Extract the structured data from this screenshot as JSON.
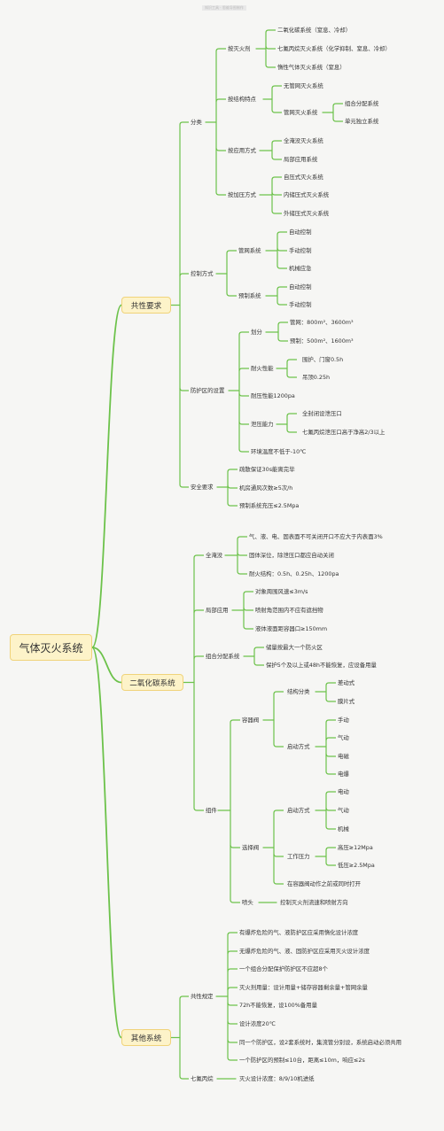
{
  "watermark": "知识工具 · 思维导图制作",
  "root": "气体灭火系统",
  "cats": {
    "general": "共性要求",
    "co2": "二氧化碳系统",
    "other": "其他系统"
  },
  "general": {
    "classify": {
      "label": "分类",
      "by_agent": {
        "label": "按灭火剂",
        "items": [
          "二氧化碳系统（窒息、冷却）",
          "七氟丙烷灭火系统（化学抑制、窒息、冷却）",
          "惰性气体灭火系统（窒息）"
        ]
      },
      "by_structure": {
        "label": "按结构特点",
        "no_pipe": "无管网灭火系统",
        "pipe": "管网灭火系统",
        "pipe_items": [
          "组合分配系统",
          "单元独立系统"
        ]
      },
      "by_application": {
        "label": "按应用方式",
        "items": [
          "全淹没灭火系统",
          "局部应用系统"
        ]
      },
      "by_pressure": {
        "label": "按加压方式",
        "items": [
          "自压式灭火系统",
          "内储压式灭火系统",
          "外储压式灭火系统"
        ]
      }
    },
    "control": {
      "label": "控制方式",
      "pipe": {
        "label": "管网系统",
        "items": [
          "自动控制",
          "手动控制",
          "机械应急"
        ]
      },
      "prefab": {
        "label": "预制系统",
        "items": [
          "自动控制",
          "手动控制"
        ]
      }
    },
    "zone": {
      "label": "防护区的设置",
      "divide": {
        "label": "划分",
        "items": [
          "管网：800m²、3600m³",
          "预制：500m²、1600m³"
        ]
      },
      "fire_res": {
        "label": "耐火性能",
        "items": [
          "围护、门窗0.5h",
          "吊顶0.25h"
        ]
      },
      "pressure_res": "耐压性能1200pa",
      "relief": {
        "label": "泄压能力",
        "items": [
          "全封闭设泄压口",
          "七氟丙烷泄压口高于净高2/3以上"
        ]
      },
      "ambient": "环境温度不低于-10℃"
    },
    "safety": {
      "label": "安全要求",
      "items": [
        "疏散保证30s能离完毕",
        "机房通风次数≥5次/h",
        "预制系统充压≤2.5Mpa"
      ]
    }
  },
  "co2": {
    "total": {
      "label": "全淹没",
      "items": [
        "气、液、电、固表面不可关闭开口不应大于内表面3%",
        "固体深位，除泄压口都应自动关闭",
        "耐火结构：0.5h、0.25h、1200pa"
      ]
    },
    "local": {
      "label": "局部应用",
      "items": [
        "对象周围风速≤3m/s",
        "喷射角范围内不应有遮挡物",
        "液体液面距容器口≥150mm"
      ]
    },
    "combo": {
      "label": "组合分配系统",
      "items": [
        "储量按最大一个防火区",
        "保护5个及以上或48h不能恢复，应设备用量"
      ]
    },
    "parts": {
      "label": "组件",
      "valve": {
        "label": "容器阀",
        "struct": {
          "label": "结构分类",
          "items": [
            "差动式",
            "膜片式"
          ]
        },
        "auto": {
          "label": "启动方式",
          "items": [
            "手动",
            "气动",
            "电磁",
            "电爆"
          ]
        }
      },
      "selector": {
        "label": "选择阀",
        "auto": {
          "label": "启动方式",
          "items": [
            "电动",
            "气动",
            "机械"
          ]
        },
        "press": {
          "label": "工作压力",
          "items": [
            "高压≥12Mpa",
            "低压≥2.5Mpa"
          ]
        },
        "open": "在容器阀动作之前或同时打开"
      },
      "nozzle": {
        "label": "喷头",
        "desc": "控制灭火剂流速和喷射方向"
      }
    }
  },
  "other": {
    "common": {
      "label": "共性规定",
      "items": [
        "有爆炸危险的气、液防护区应采用惰化设计浓度",
        "无爆炸危险的气、液、固防护区应采用灭火设计浓度",
        "一个组合分配保护防护区不应超8个",
        "灭火剂用量：设计用量+储存容器剩余量+管网余量",
        "72h不能恢复，设100%备用量",
        "设计浓度20℃",
        "同一个防护区，设2套系统时，集流管分别设，系统启动必须共用",
        "一个防护区的预制≤10台，距离≤10m，响应≤2s"
      ]
    },
    "hfc": {
      "label": "七氟丙烷",
      "desc": "灭火设计浓度：8/9/10机进纸"
    }
  }
}
